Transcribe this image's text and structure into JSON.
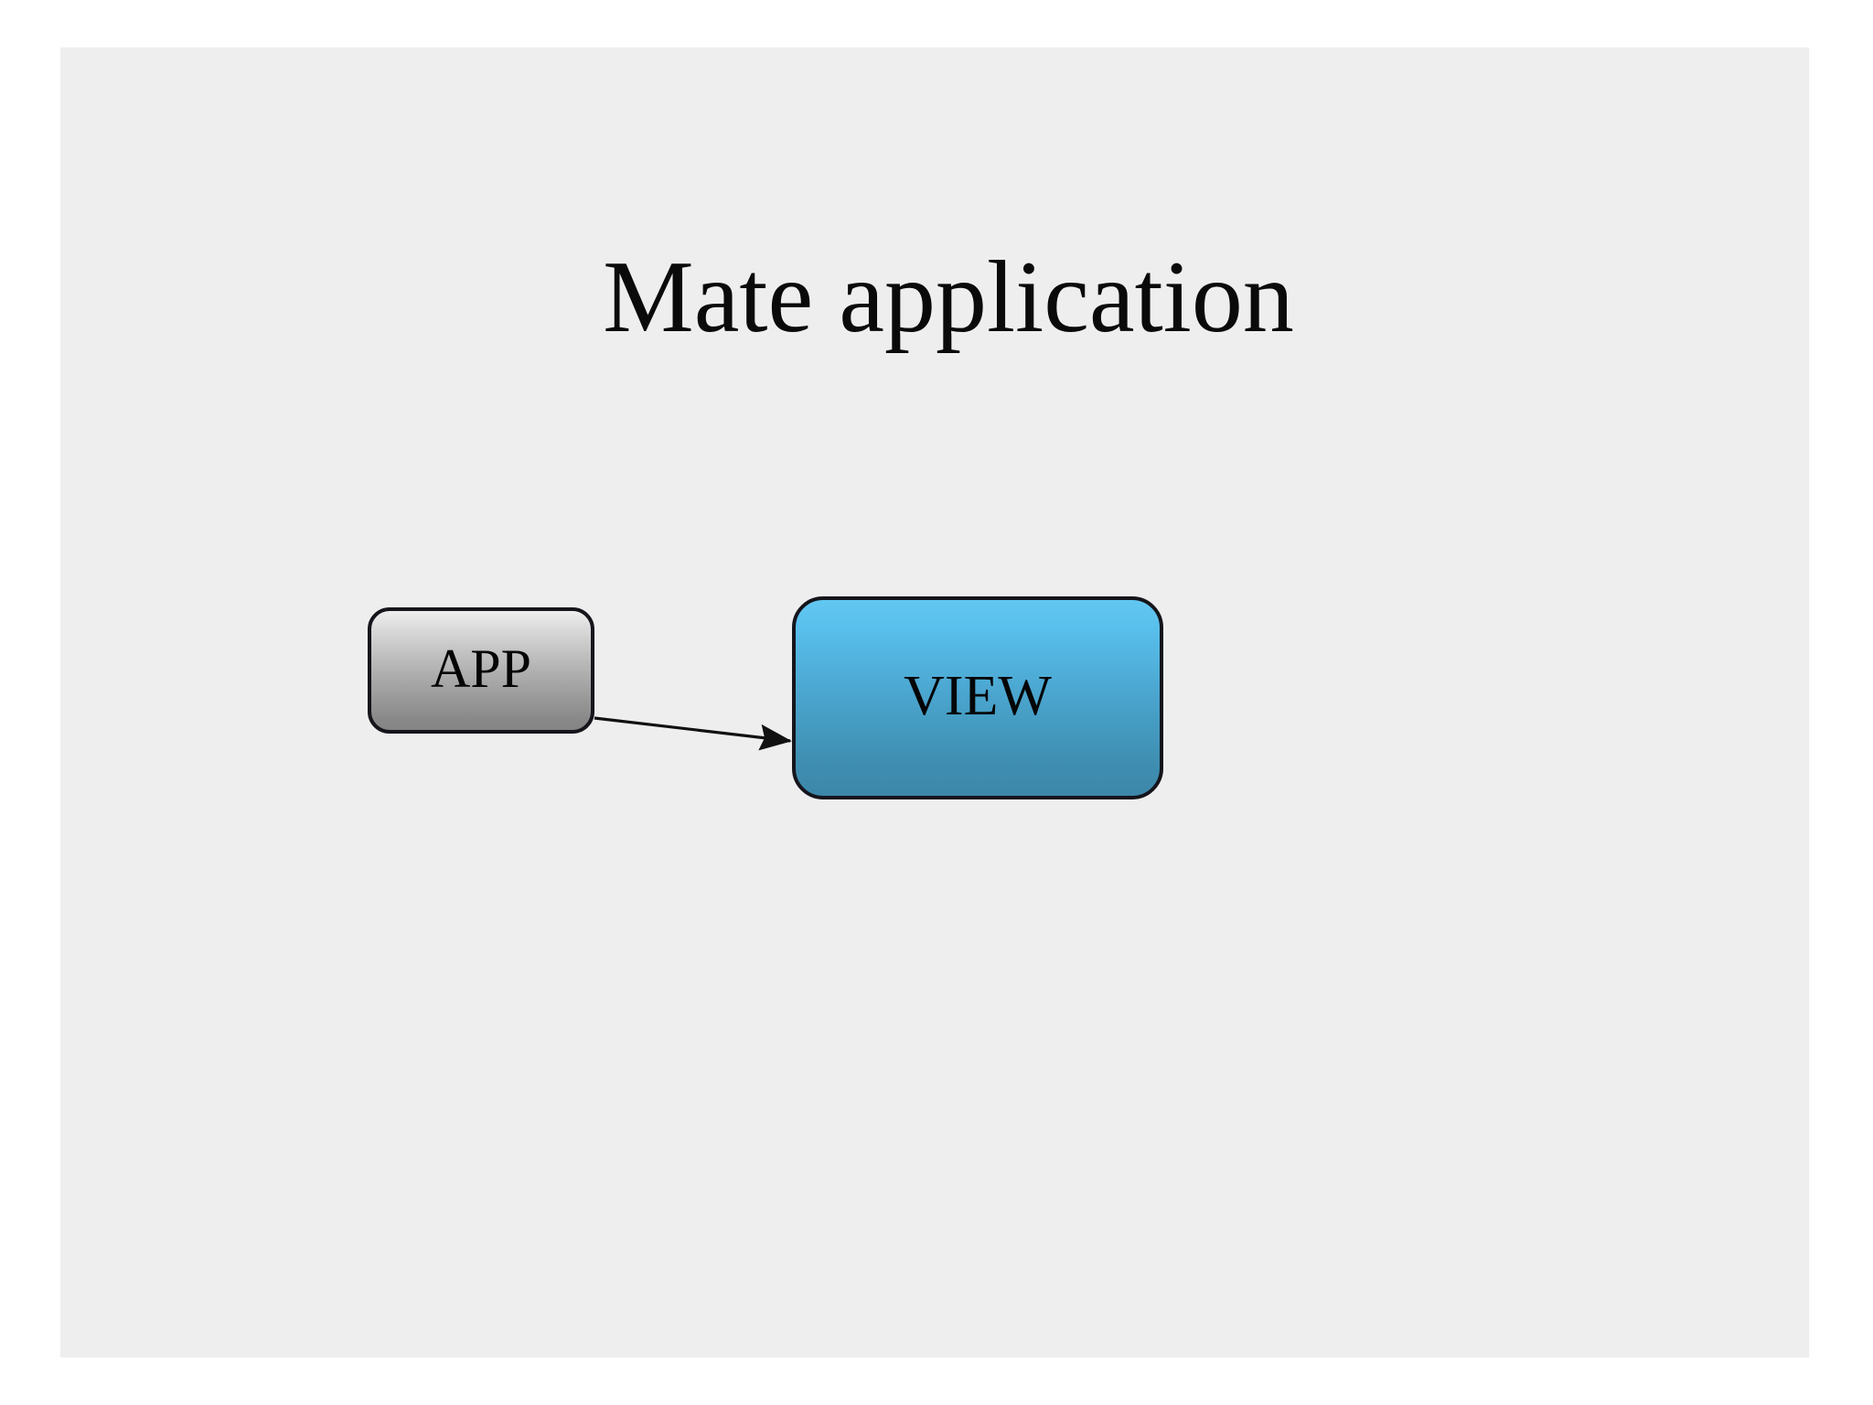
{
  "slide": {
    "title": "Mate application",
    "background_color": "#eeeeee",
    "page_background_color": "#ffffff"
  },
  "diagram": {
    "type": "flow",
    "nodes": [
      {
        "id": "app",
        "label": "APP",
        "shape": "rounded-rectangle",
        "fill_top_color": "#eeeeee",
        "fill_bottom_color": "#848484",
        "border_color": "#15151c",
        "text_color": "#050505"
      },
      {
        "id": "view",
        "label": "VIEW",
        "shape": "rounded-rectangle",
        "fill_top_color": "#62c8f2",
        "fill_bottom_color": "#3c87a9",
        "border_color": "#15151c",
        "text_color": "#050505"
      }
    ],
    "edges": [
      {
        "id": "app-to-view",
        "from": "app",
        "to": "view",
        "style": "solid",
        "arrowhead": "filled-triangle",
        "color": "#111111"
      }
    ]
  }
}
